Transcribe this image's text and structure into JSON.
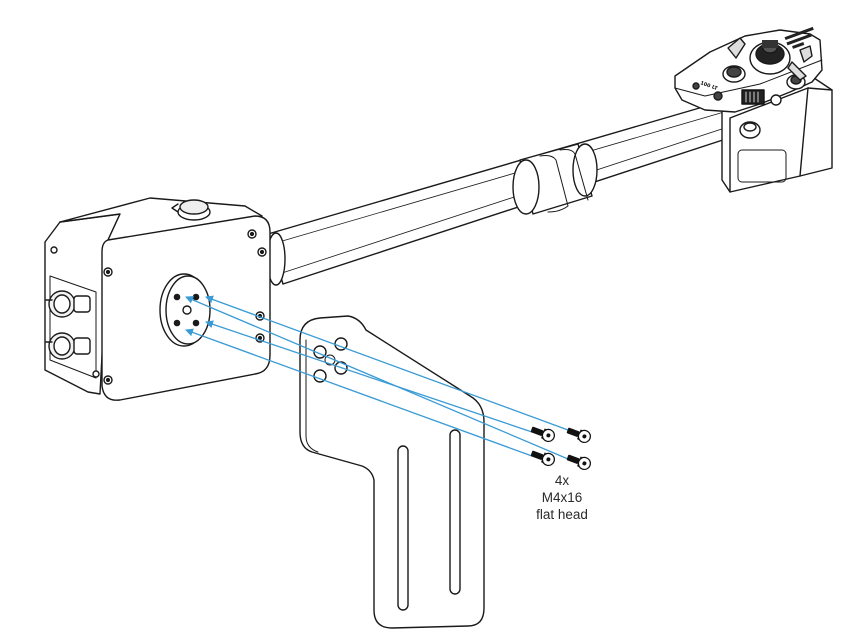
{
  "callout": {
    "quantity": "4x",
    "size": "M4x16",
    "type": "flat head"
  },
  "head_labels": {
    "tag": "100 LT"
  },
  "colors": {
    "outline": "#1a1a1a",
    "arrow": "#3a9bd5",
    "screw": "#111111",
    "background": "#ffffff"
  },
  "icons": {
    "screw": "m4x16-flat-head-screw",
    "arrow": "insertion-direction-arrow"
  }
}
